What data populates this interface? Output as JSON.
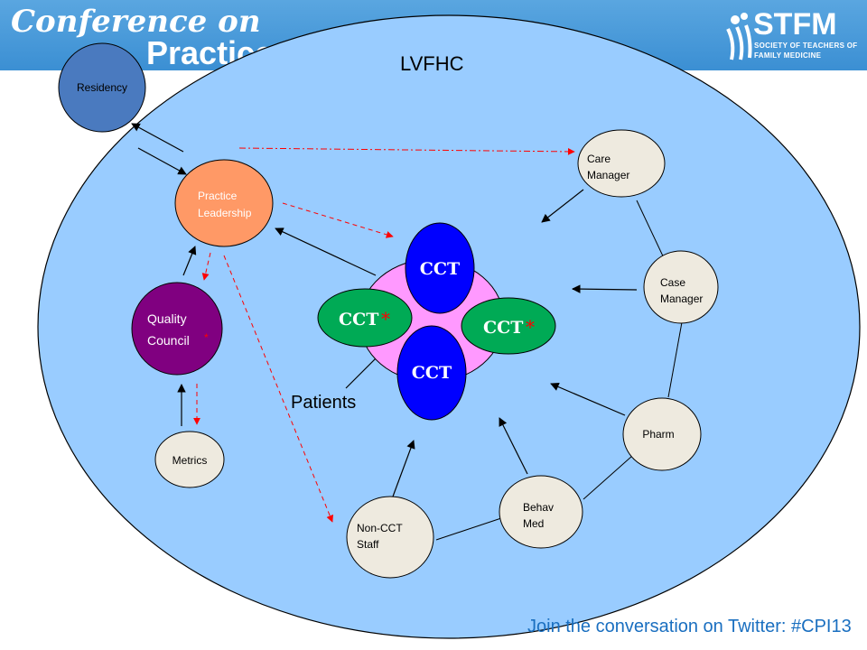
{
  "header": {
    "title_line1": "Conference on",
    "title_line2": "Practice Imp",
    "org_name": "STFM",
    "org_sub1": "SOCIETY OF TEACHERS OF",
    "org_sub2": "FAMILY MEDICINE"
  },
  "diagram": {
    "container_label": "LVFHC",
    "nodes": {
      "residency": "Residency",
      "practice_leadership": [
        "Practice",
        "Leadership"
      ],
      "quality_council": [
        "Quality",
        "Council"
      ],
      "quality_council_mark": "*",
      "metrics": "Metrics",
      "care_manager": [
        "Care",
        "Manager"
      ],
      "case_manager": [
        "Case",
        "Manager"
      ],
      "pharm": "Pharm",
      "behav_med": [
        "Behav",
        "Med"
      ],
      "non_cct_staff": [
        "Non-CCT",
        "Staff"
      ],
      "cct_top": "CCT",
      "cct_bottom": "CCT",
      "cct_left": "CCT",
      "cct_right": "CCT",
      "cct_mark": "*",
      "patients": "Patients"
    }
  },
  "footer": {
    "twitter": "Join the conversation on Twitter: #CPI13"
  },
  "colors": {
    "header_blue": "#3b8fd3",
    "container_fill": "#99ccff",
    "residency": "#4a7abf",
    "leadership": "#ff9966",
    "quality": "#800080",
    "neutral_node": "#eeeadf",
    "cct_blue": "#0000ff",
    "cct_green": "#00aa55",
    "patients_pink": "#ff99ff",
    "dashed_red": "#ff0000"
  }
}
